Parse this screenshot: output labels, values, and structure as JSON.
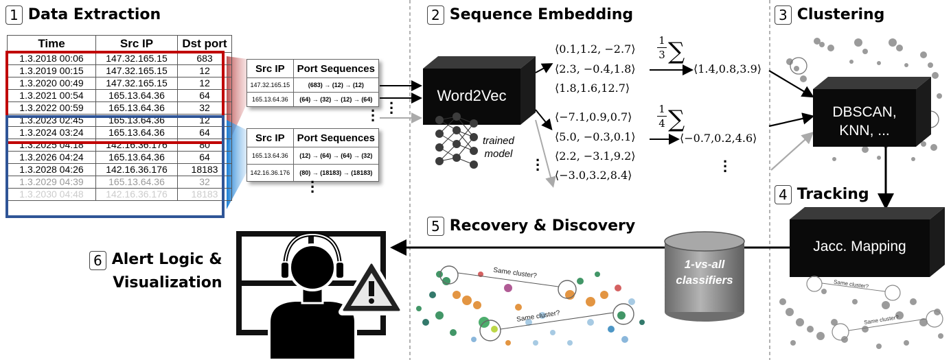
{
  "sections": {
    "s1": {
      "num": "1",
      "label": "Data Extraction"
    },
    "s2": {
      "num": "2",
      "label": "Sequence Embedding"
    },
    "s3": {
      "num": "3",
      "label": "Clustering"
    },
    "s4": {
      "num": "4",
      "label": "Tracking"
    },
    "s5": {
      "num": "5",
      "label": "Recovery & Discovery"
    },
    "s6": {
      "num": "6",
      "label_line1": "Alert Logic &",
      "label_line2": "Visualization"
    }
  },
  "log_table": {
    "headers": [
      "Time",
      "Src IP",
      "Dst port"
    ],
    "rows": [
      [
        "1.3.2018 00:06",
        "147.32.165.15",
        "683"
      ],
      [
        "1.3.2019 00:15",
        "147.32.165.15",
        "12"
      ],
      [
        "1.3.2020 00:49",
        "147.32.165.15",
        "12"
      ],
      [
        "1.3.2021 00:54",
        "165.13.64.36",
        "64"
      ],
      [
        "1.3.2022 00:59",
        "165.13.64.36",
        "32"
      ],
      [
        "1.3.2023 02:45",
        "165.13.64.36",
        "12"
      ],
      [
        "1.3.2024 03:24",
        "165.13.64.36",
        "64"
      ],
      [
        "1.3.2025 04:18",
        "142.16.36.176",
        "80"
      ],
      [
        "1.3.2026 04:24",
        "165.13.64.36",
        "64"
      ],
      [
        "1.3.2028 04:26",
        "142.16.36.176",
        "18183"
      ],
      [
        "1.3.2029 04:39",
        "165.13.64.36",
        "32"
      ],
      [
        "1.3.2030 04:48",
        "142.16.36.176",
        "18183"
      ]
    ]
  },
  "seq_table_top": {
    "headers": [
      "Src IP",
      "Port  Sequences"
    ],
    "rows": [
      [
        "147.32.165.15",
        "(683) → (12) → (12)"
      ],
      [
        "165.13.64.36",
        "(64) → (32) → (12) → (64)"
      ]
    ]
  },
  "seq_table_bottom": {
    "headers": [
      "Src IP",
      "Port  Sequences"
    ],
    "rows": [
      [
        "165.13.64.36",
        "(12) → (64) → (64) → (32)"
      ],
      [
        "142.16.36.176",
        "(80) → (18183) → (18183)"
      ]
    ]
  },
  "blocks": {
    "word2vec": "Word2Vec",
    "dbscan_line1": "DBSCAN,",
    "dbscan_line2": "KNN, ...",
    "jaccard": "Jacc. Mapping",
    "classifiers_line1": "1-vs-all",
    "classifiers_line2": "classifiers"
  },
  "trained_model": {
    "line1": "trained",
    "line2": "model"
  },
  "vectors_top": [
    "⟨0.1,1.2, −2.7⟩",
    "⟨2.3, −0.4,1.8⟩",
    "⟨1.8,1.6,12.7⟩"
  ],
  "vectors_bottom": [
    "⟨−7.1,0.9,0.7⟩",
    "⟨5.0, −0.3,0.1⟩",
    "⟨2.2, −3.1,9.2⟩",
    "⟨−3.0,3.2,8.4⟩"
  ],
  "avg_top": {
    "num": "1",
    "den": "3",
    "sum": "∑",
    "result": "⟨1.4,0.8,3.9⟩"
  },
  "avg_bottom": {
    "num": "1",
    "den": "4",
    "sum": "∑",
    "result": "⟨−0.7,0.2,4.6⟩"
  },
  "scatter_labels": {
    "same_cluster": "Same cluster?"
  },
  "colors": {
    "red_box": "#c00000",
    "blue_box": "#2f5597",
    "blue_fade": "#1f8de0",
    "red_fade": "#c85050",
    "block_fill": "#0a0a0a",
    "cylinder": "#8f8f8f"
  }
}
